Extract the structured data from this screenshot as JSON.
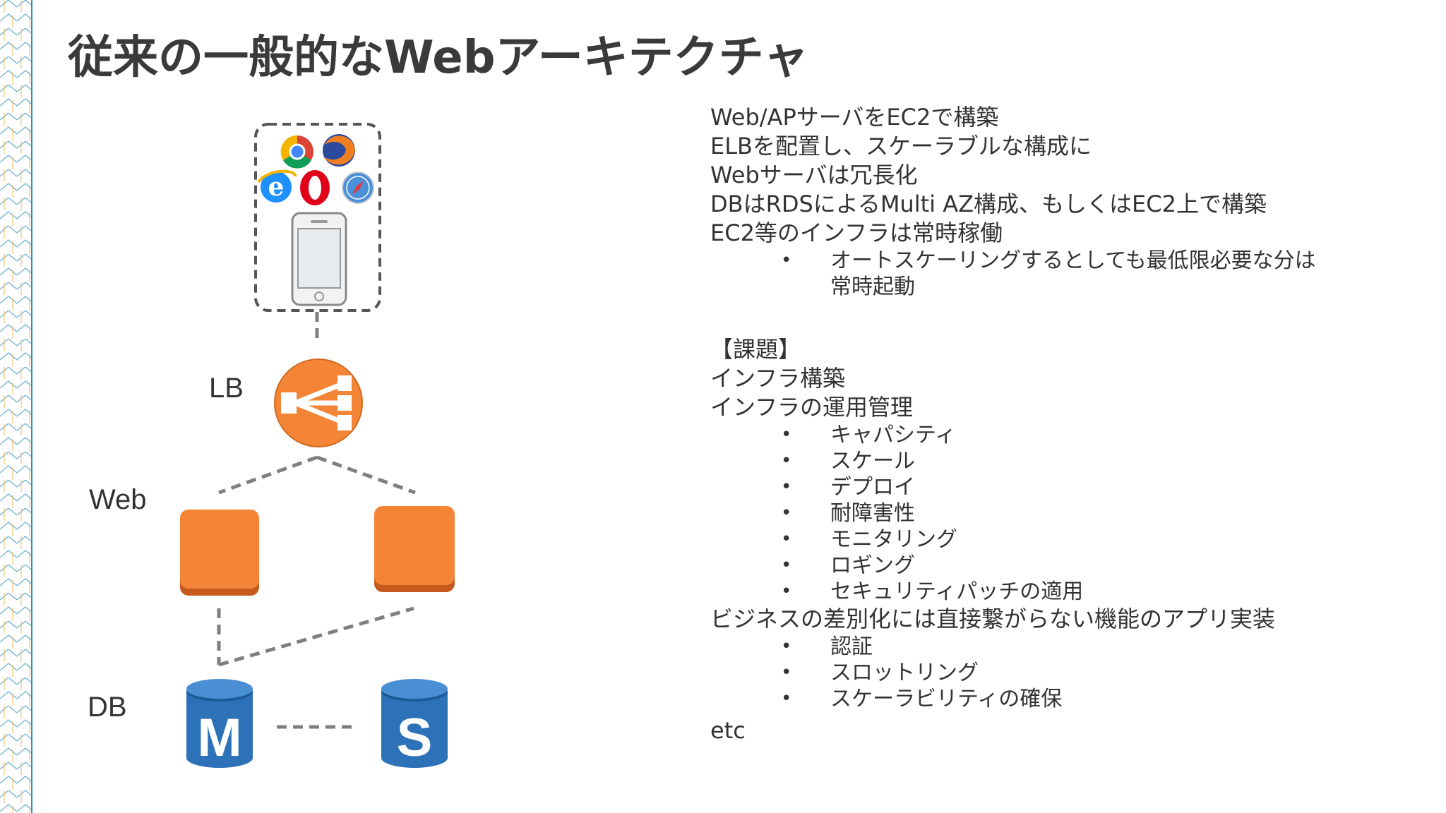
{
  "title": "従来の一般的なWebアーキテクチャ",
  "diagram": {
    "labels": {
      "lb": "LB",
      "web": "Web",
      "db": "DB"
    },
    "db_master": "M",
    "db_slave": "S"
  },
  "content": {
    "lines_top": [
      "Web/APサーバをEC2で構築",
      "ELBを配置し、スケーラブルな構成に",
      "Webサーバは冗長化",
      "DBはRDSによるMulti AZ構成、もしくはEC2上で構築",
      "EC2等のインフラは常時稼働"
    ],
    "autoscale_bullet_1": "オートスケーリングするとしても最低限必要な分は",
    "autoscale_bullet_2": "常時起動",
    "issues_heading": "【課題】",
    "issue_1": "インフラ構築",
    "issue_2": "インフラの運用管理",
    "ops_bullets": [
      "キャパシティ",
      "スケール",
      "デプロイ",
      "耐障害性",
      "モニタリング",
      "ロギング",
      "セキュリティパッチの適用"
    ],
    "issue_3": "ビジネスの差別化には直接繋がらない機能のアプリ実装",
    "app_bullets": [
      "認証",
      "スロットリング",
      "スケーラビリティの確保"
    ],
    "etc": "etc",
    "bullet_glyph": "•"
  },
  "colors": {
    "orange": "#F58536",
    "blue": "#2D72B8",
    "dash": "#7F7F7F"
  }
}
